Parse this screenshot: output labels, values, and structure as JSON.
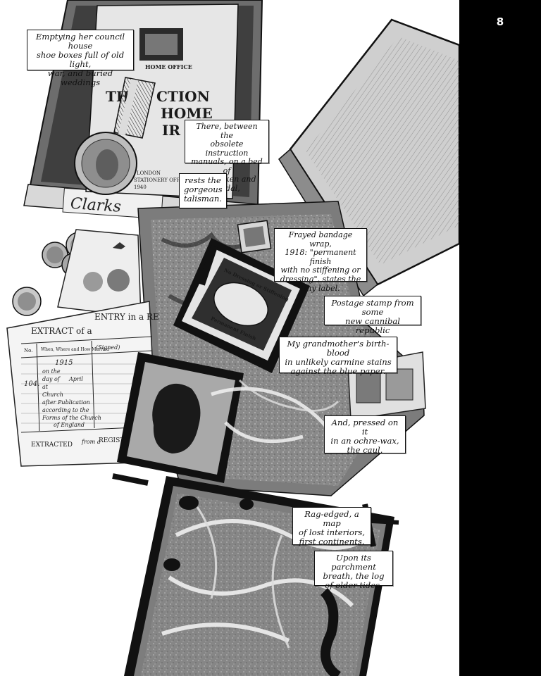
{
  "page": {
    "number": "8",
    "gutter_color": "#000000",
    "paper_color": "#ffffff"
  },
  "captions": {
    "emptying": "Emptying her council house\nshoe boxes full of old light,\nwar, and buried weddings",
    "there_between": "There, between the\nobsolete instruction\nmanuals, on a bed of\nmilk token and medal,",
    "rests": "rests the\ngorgeous\ntalisman.",
    "frayed": "Frayed bandage wrap,\n1918: \"permanent finish\nwith no stiffening or\ndressing\", states the\ntiny label.",
    "postage": "Postage stamp from some\nnew cannibal republic",
    "birth_blood": "My grandmother's birth-blood\nin unlikely carmine stains\nagainst the blue paper.",
    "pressed": "And, pressed on it\nin an ochre-wax,\nthe caul.",
    "rag_edged": "Rag-edged, a map\nof lost interiors,\nfirst continents.",
    "upon": "Upon its parchment\nbreath, the log\nof older tides."
  },
  "artwork_text": {
    "manual_office": "HOME OFFICE",
    "manual_title_1": "TH",
    "manual_title_2": "CTION",
    "manual_title_3": "HOME",
    "manual_title_4": "IR RAID",
    "manual_publisher_1": "LONDON",
    "manual_publisher_2": "STATIONERY OFFICE",
    "manual_year": "1940",
    "shoebox_brand": "Clarks",
    "label_top": "No Dressing or Stiffening",
    "label_bottom": "Permanent Finish",
    "extract_heading_1": "EXTRACT of a",
    "extract_heading_2": "ENTRY in a RE",
    "extract_col_1": "No.",
    "extract_col_2": "When, Where and How Married",
    "extract_col_3": "(Signed)",
    "extract_entry_no": "104.",
    "extract_year": "1915",
    "extract_line_1": "on the",
    "extract_line_2": "day of",
    "extract_month": "April",
    "extract_line_3": "at",
    "extract_line_4": "Church",
    "extract_line_5": "after Publication",
    "extract_line_6": "according to the",
    "extract_line_7": "Forms of the Church",
    "extract_line_8": "of England",
    "extract_footer_1": "EXTRACTED",
    "extract_footer_2": "from a",
    "extract_footer_3": "REGISTE"
  }
}
